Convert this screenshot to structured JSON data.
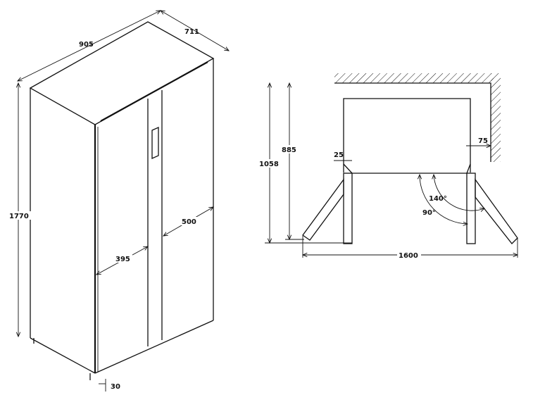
{
  "fridge_view": {
    "width": "905",
    "depth": "711",
    "height": "1770",
    "left_door_width": "395",
    "right_door_width": "500",
    "foot_height": "30"
  },
  "top_view": {
    "depth_with_doors": "1058",
    "depth_body": "885",
    "hinge_offset": "25",
    "wall_clearance": "75",
    "angle_wide": "140°",
    "angle_right": "90°",
    "total_width_open": "1600"
  },
  "colors": {
    "line": "#111111",
    "background": "#ffffff"
  }
}
